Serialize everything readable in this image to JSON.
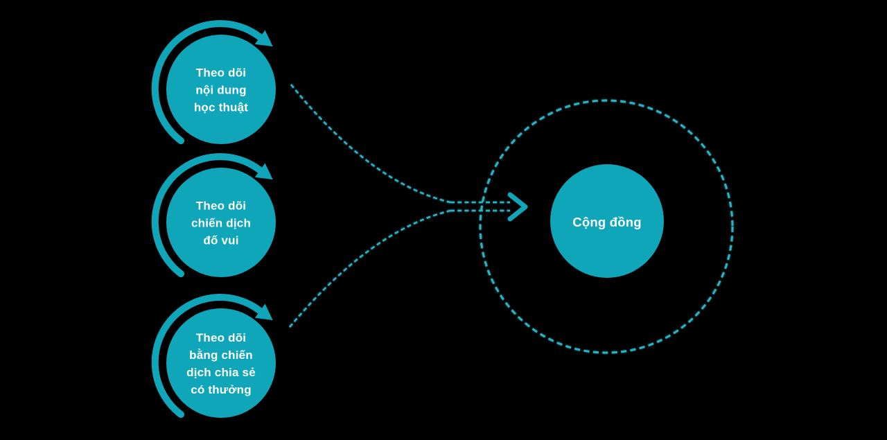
{
  "diagram": {
    "sources": [
      {
        "id": "academic-content",
        "label": "Theo dõi\nnội dung\nhọc thuật"
      },
      {
        "id": "quiz-campaign",
        "label": "Theo dõi\nchiến dịch\nđố vui"
      },
      {
        "id": "reward-sharing",
        "label": "Theo dõi\nbằng chiến\ndịch chia sẻ\ncó thưởng"
      }
    ],
    "target": {
      "id": "community",
      "label": "Cộng đồng"
    },
    "icons": {
      "cycle-arrow-icon": "clockwise circular arrow around each source node",
      "arrowhead-icon": "chevron arrow pointing right into orbit circle",
      "orbit-circle": "large dashed circle around target node"
    },
    "colors": {
      "teal": "#10a6ba",
      "cyan": "#28b4c8",
      "label": "#ffffff",
      "background": "#000000"
    }
  }
}
